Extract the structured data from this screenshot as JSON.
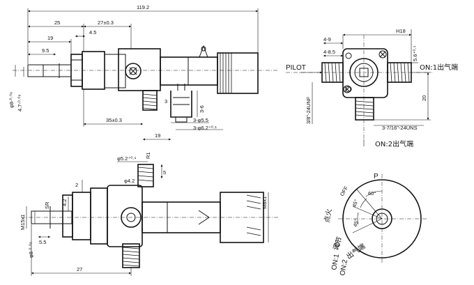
{
  "front_view": {
    "dim_overall": "119.2",
    "dim_25": "25",
    "dim_27": "27±0.3",
    "dim_4_5": "4.5",
    "dim_19_top": "19",
    "dim_9_5": "9.5",
    "dim_dia8": "φ8-⁰·⁰⁸",
    "dim_4_7": "4.7-⁰·⁰⁸",
    "dim_3_r": "3",
    "dim_3_6": "3-6",
    "dim_35": "35±0.3",
    "dim_dia5_5": "3-φ5.5",
    "dim_dia6_2": "3-φ6.2⁺⁰·¹",
    "dim_19_bottom": "19"
  },
  "side_view": {
    "label_pilot": "PILOT",
    "label_on1": "ON:1出气端",
    "label_on2": "ON:2出气端",
    "dim_4_9": "4-9",
    "dim_4_8_5": "4-8.5",
    "dim_h18": "H18",
    "dim_5_6": "5.6⁺⁰·¹",
    "dim_20": "20",
    "thread_left": "3/8\"-24UNF",
    "thread_bottom": "3-7/16\"-24UNS"
  },
  "bottom_view": {
    "dim_dia5_2": "φ5.2⁺⁰·¹",
    "dim_r1": "R1",
    "dim_5": "5",
    "dim_dia4_2": "φ4.2",
    "dim_2": "2",
    "dim_4_2": "4.2",
    "dim_sr": "SR",
    "dim_m15": "M15x1",
    "dim_dia8": "φ8-⁰·⁰⁸",
    "dim_5_5": "5.5",
    "dim_m8": "M8x1",
    "dim_27": "27"
  },
  "dial_view": {
    "label_p": "P",
    "label_off": "OFF",
    "angle_60": "60°",
    "angle_45a": "45°",
    "angle_45b": "45°",
    "stop_label": "点火",
    "on1": "ON:1",
    "on2": "ON:2",
    "note_a": "调节",
    "note_b": "出气端"
  }
}
